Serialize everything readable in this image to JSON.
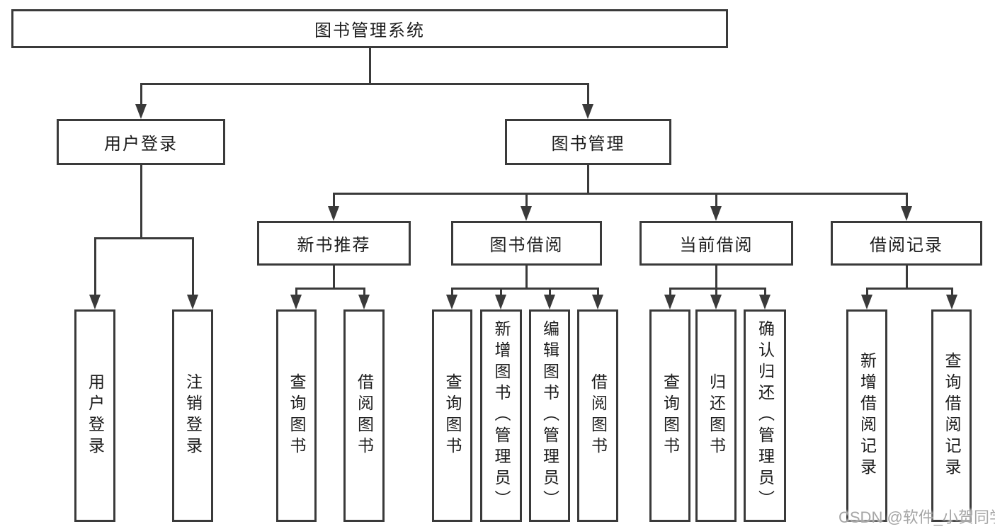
{
  "diagram": {
    "title": "图书管理系统",
    "level2": {
      "user_login": "用户登录",
      "book_management": "图书管理"
    },
    "level3": {
      "new_book_recommend": "新书推荐",
      "book_borrow": "图书借阅",
      "current_borrow": "当前借阅",
      "borrow_records": "借阅记录"
    },
    "leaves": {
      "user_login": "用户登录",
      "logout": "注销登录",
      "rec_query_books": "查询图书",
      "rec_borrow_books": "借阅图书",
      "bor_query_books": "查询图书",
      "bor_add_books": "新增图书（管理员）",
      "bor_edit_books": "编辑图书（管理员）",
      "bor_borrow_books": "借阅图书",
      "cur_query_books": "查询图书",
      "cur_return_books": "归还图书",
      "cur_confirm_return": "确认归还（管理员）",
      "rcd_add_record": "新增借阅记录",
      "rcd_query_record": "查询借阅记录"
    }
  },
  "watermark": {
    "text": "CSDN @软件_小贺同学"
  },
  "colors": {
    "line": "#3a3a3a",
    "text": "#1d1d1d",
    "background": "#ffffff",
    "watermark": "#a6a6a6"
  }
}
